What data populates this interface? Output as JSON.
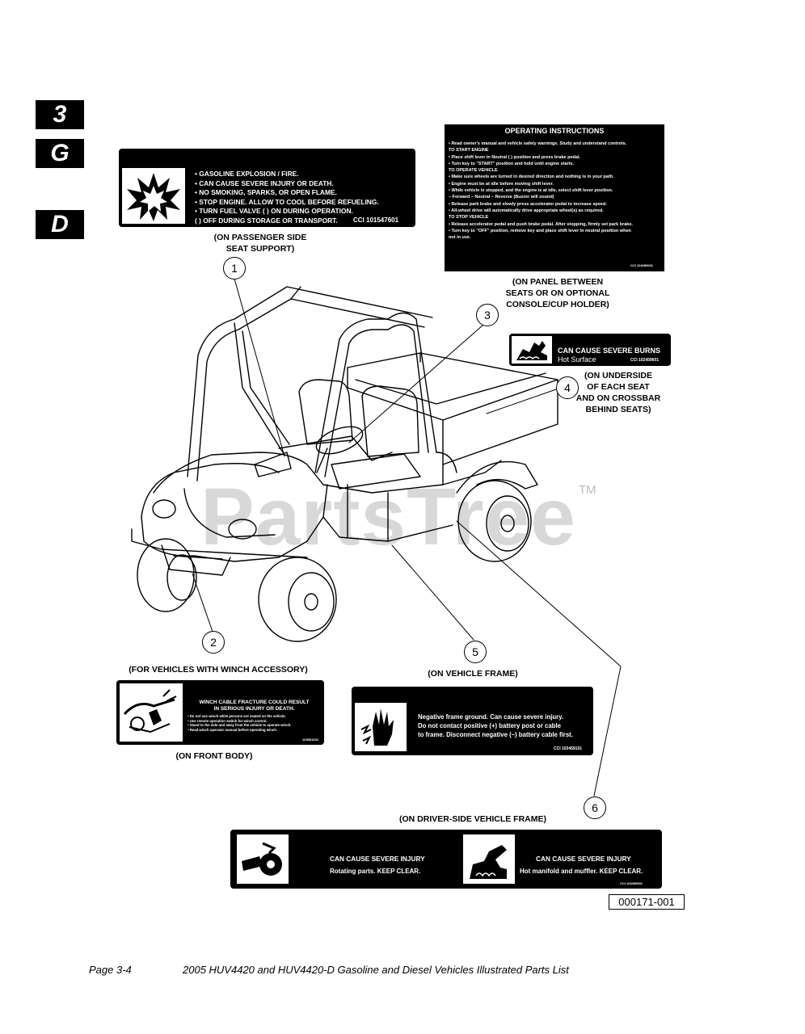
{
  "tabs": [
    "3",
    "G",
    "D"
  ],
  "decals": {
    "fuel": {
      "lines": [
        "• GASOLINE EXPLOSION / FIRE.",
        "• CAN CAUSE SEVERE INJURY OR DEATH.",
        "• NO SMOKING, SPARKS, OR OPEN FLAME.",
        "• STOP ENGINE. ALLOW TO COOL BEFORE REFUELING.",
        "• TURN FUEL VALVE (      ) ON DURING OPERATION.",
        "  (      ) OFF DURING STORAGE OR TRANSPORT."
      ],
      "code": "CCI 101547601"
    },
    "operating": {
      "title": "OPERATING INSTRUCTIONS",
      "lines": [
        "• Read owner's manual and vehicle safety warnings. Study and understand controls.",
        "TO START ENGINE",
        "• Place shift lever in Neutral (  ) position and press brake pedal.",
        "• Turn key to \"START\" position and hold until engine starts.",
        "TO OPERATE VEHICLE",
        "• Make sure wheels are turned in desired direction and nothing is in your path.",
        "• Engine must be at idle before moving shift lever.",
        "• While vehicle is stopped, and the engine is at idle, select shift lever position.",
        "     – Forward     – Neutral     – Reverse (Buzzer will sound)",
        "• Release park brake and slowly press accelerator pedal to increase speed.",
        "• All-wheel drive will automatically drive appropriate wheel(s) as required.",
        "TO STOP VEHICLE",
        "• Release accelerator pedal and push brake pedal. After stopping, firmly set park brake.",
        "• Turn key to \"OFF\" position, remove key and place shift lever in neutral position when",
        "  not in use."
      ],
      "code": "CCI 103459001"
    },
    "burns": {
      "line1": "CAN CAUSE SEVERE BURNS",
      "line2": "Hot Surface",
      "code": "CCI 102459601"
    },
    "winch": {
      "title1": "WINCH CABLE FRACTURE COULD RESULT",
      "title2": "IN SERIOUS INJURY OR DEATH.",
      "lines": [
        "• Do not use winch while persons are seated on the vehicle.",
        "• Use remote operation switch for winch control.",
        "• Stand to the side and away from the vehicle to operate winch.",
        "• Read winch operator manual before operating winch."
      ],
      "code": "103551601"
    },
    "battery": {
      "lines": [
        "Negative frame ground.  Can cause severe injury.",
        "Do not contact positive (+) battery post or cable",
        "to frame. Disconnect negative (–) battery cable first."
      ],
      "code": "CCI 103459101"
    },
    "rotating": {
      "left1": "CAN CAUSE SEVERE INJURY",
      "left2": "Rotating parts. KEEP CLEAR.",
      "right1": "CAN CAUSE SEVERE INJURY",
      "right2": "Hot manifold and muffler. KEEP CLEAR.",
      "code": "CCI 103459501"
    }
  },
  "labels": {
    "passenger": "(ON PASSENGER SIDE\nSEAT SUPPORT)",
    "panel": "(ON PANEL BETWEEN\nSEATS OR ON OPTIONAL\nCONSOLE/CUP HOLDER)",
    "underside": "(ON UNDERSIDE\nOF EACH SEAT\nAND ON CROSSBAR\nBEHIND SEATS)",
    "winch_accessory": "(FOR VEHICLES WITH WINCH ACCESSORY)",
    "vehicle_frame": "(ON VEHICLE FRAME)",
    "front_body": "(ON FRONT BODY)",
    "driver_frame": "(ON DRIVER-SIDE VEHICLE FRAME)"
  },
  "callouts": [
    "1",
    "2",
    "3",
    "4",
    "5",
    "6"
  ],
  "watermark": "PartsTree",
  "trademark": "TM",
  "figure_number": "000171-001",
  "footer": {
    "page": "Page 3-4",
    "title": "2005 HUV4420 and HUV4420-D Gasoline and Diesel Vehicles Illustrated Parts List"
  }
}
